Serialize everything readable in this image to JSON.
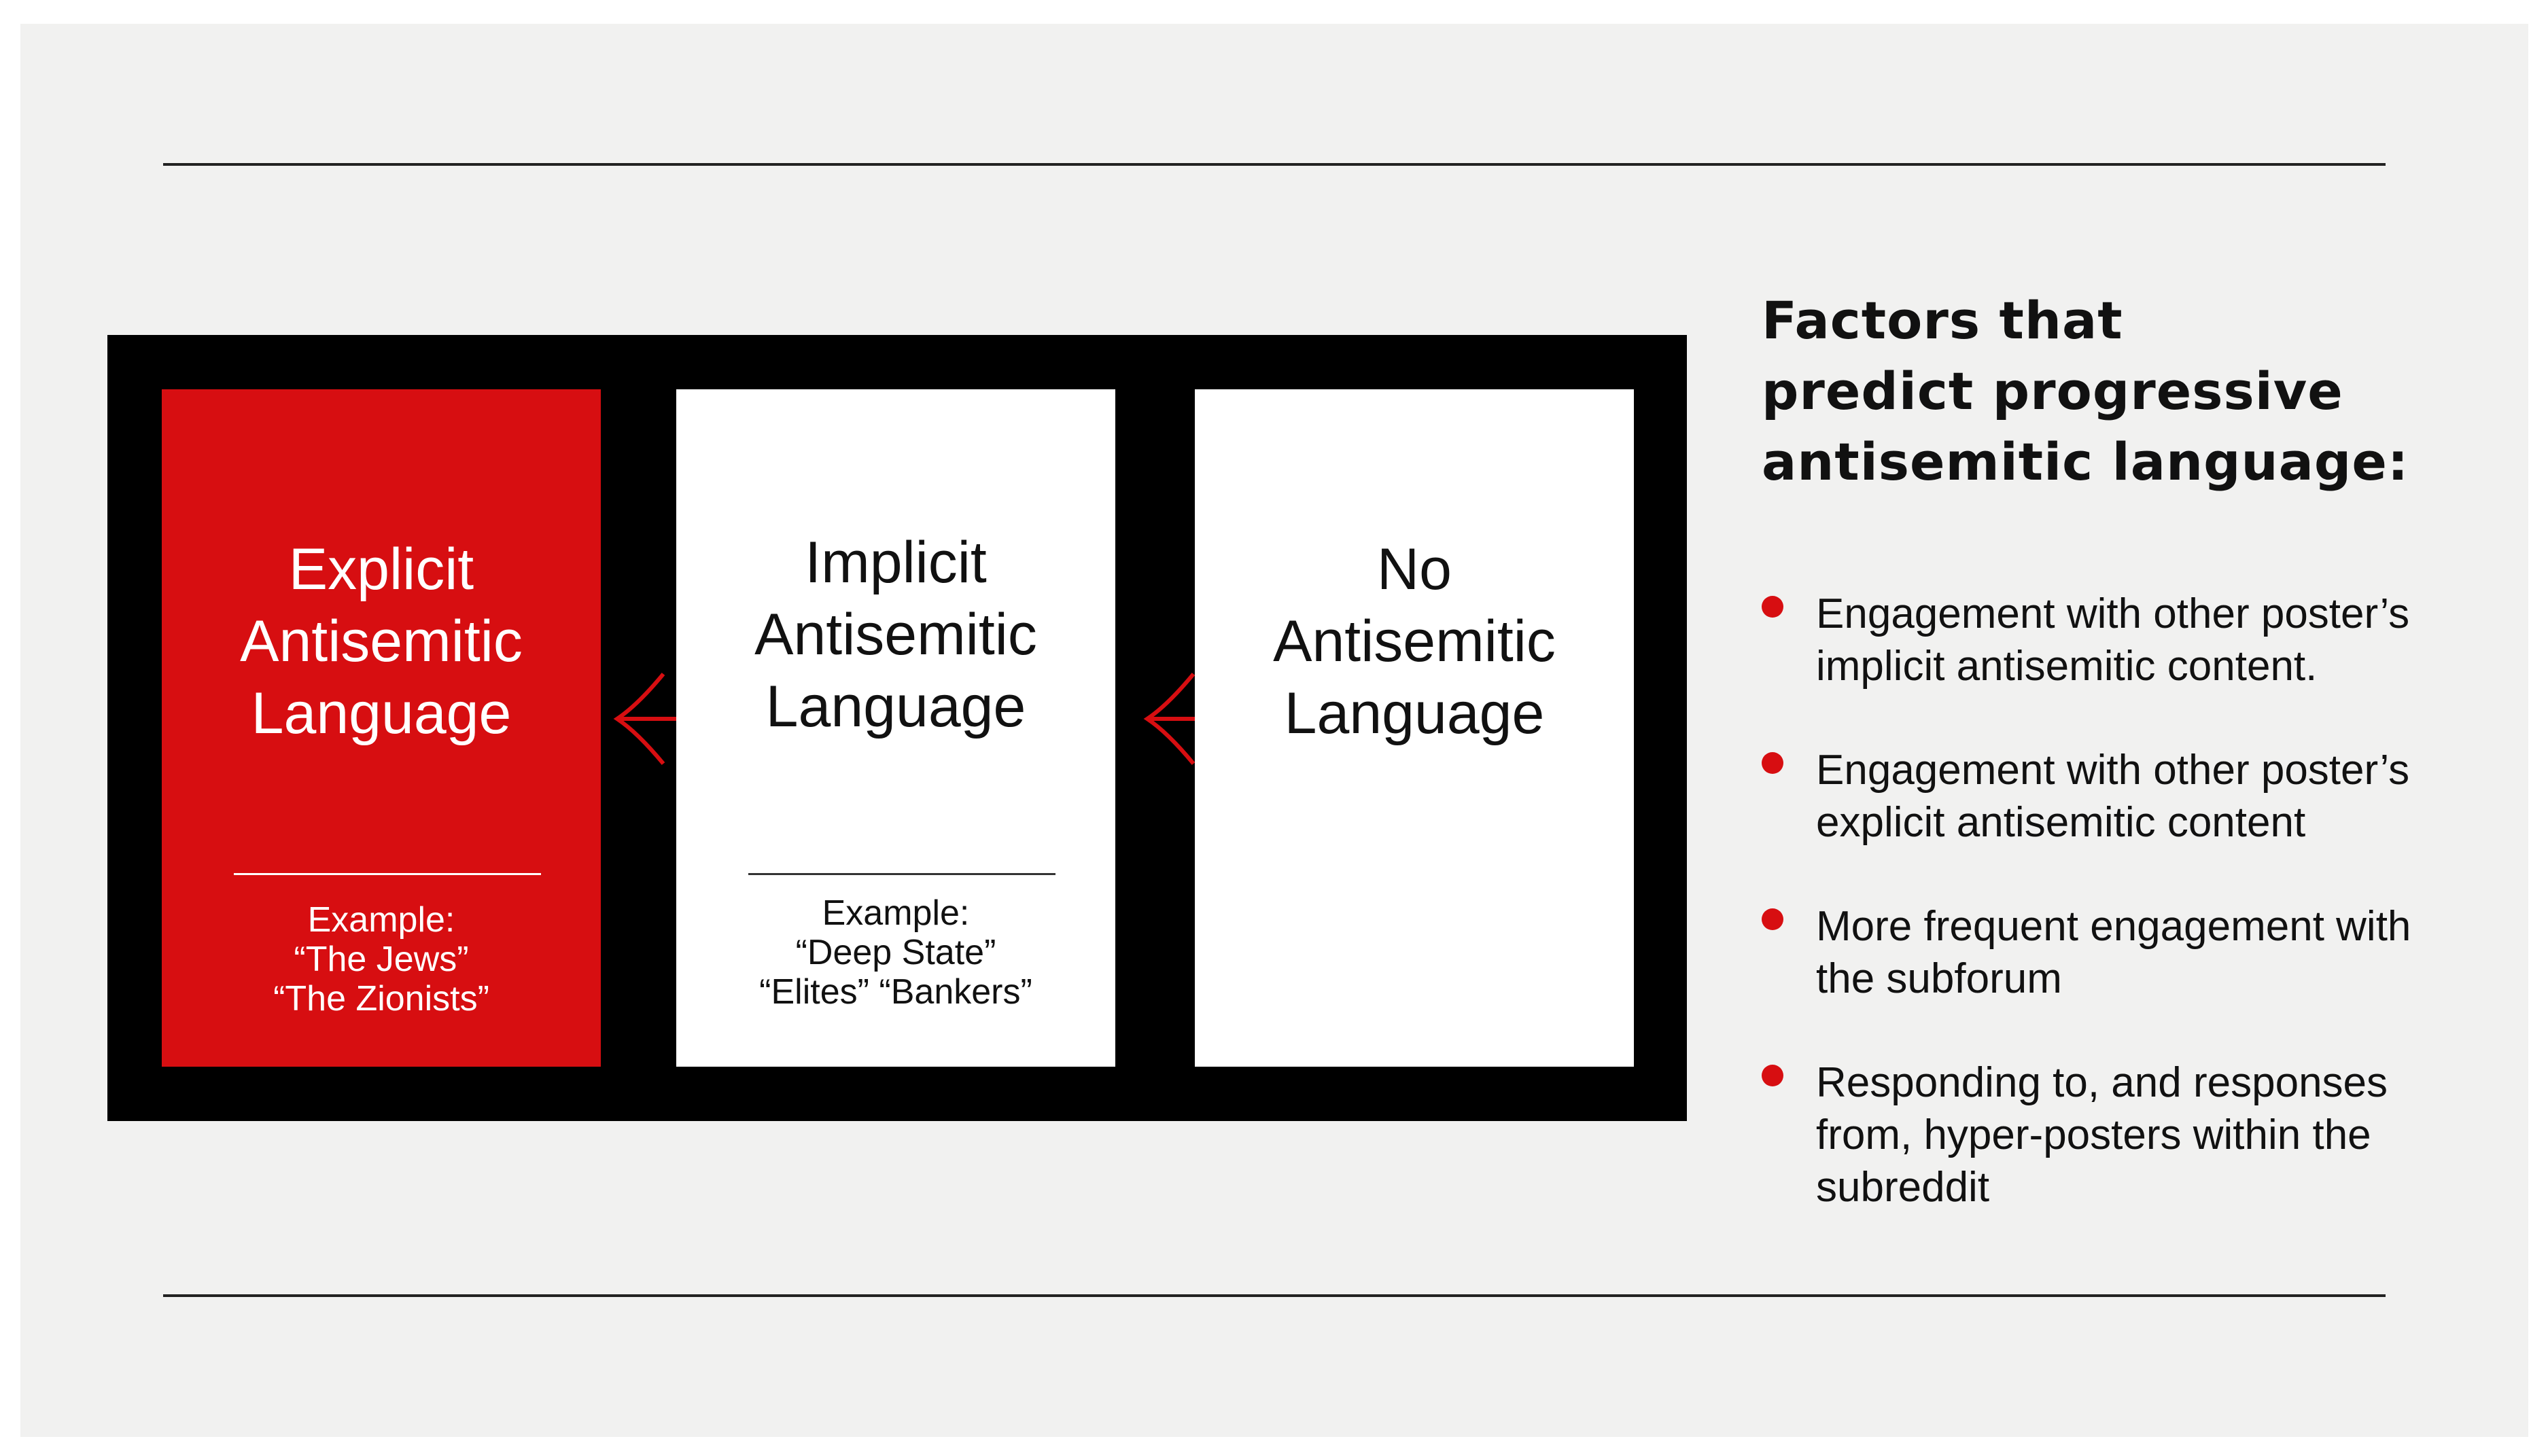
{
  "diagram": {
    "cards": [
      {
        "title_lines": [
          "Explicit",
          "Antisemitic",
          "Language"
        ],
        "example_lines": [
          "Example:",
          "“The Jews”",
          "“The Zionists”"
        ],
        "color": "#d70e11"
      },
      {
        "title_lines": [
          "Implicit",
          "Antisemitic",
          "Language"
        ],
        "example_lines": [
          "Example:",
          "“Deep State”",
          "“Elites” “Bankers”"
        ],
        "color": "#ffffff"
      },
      {
        "title_lines": [
          "No",
          "Antisemitic",
          "Language"
        ],
        "color": "#ffffff"
      }
    ],
    "arrow_color": "#d70e11",
    "frame_color": "#000000"
  },
  "factors": {
    "title_lines": [
      "Factors that",
      "predict progressive",
      "antisemitic language:"
    ],
    "items": [
      {
        "lines": [
          "Engagement with other poster’s",
          "implicit antisemitic content."
        ]
      },
      {
        "lines": [
          "Engagement with other poster’s",
          "explicit antisemitic content"
        ]
      },
      {
        "lines": [
          "More frequent engagement with",
          "the subforum"
        ]
      },
      {
        "lines": [
          "Responding to, and responses",
          "from, hyper-posters within the",
          "subreddit"
        ]
      }
    ],
    "bullet_color": "#d70e11"
  }
}
